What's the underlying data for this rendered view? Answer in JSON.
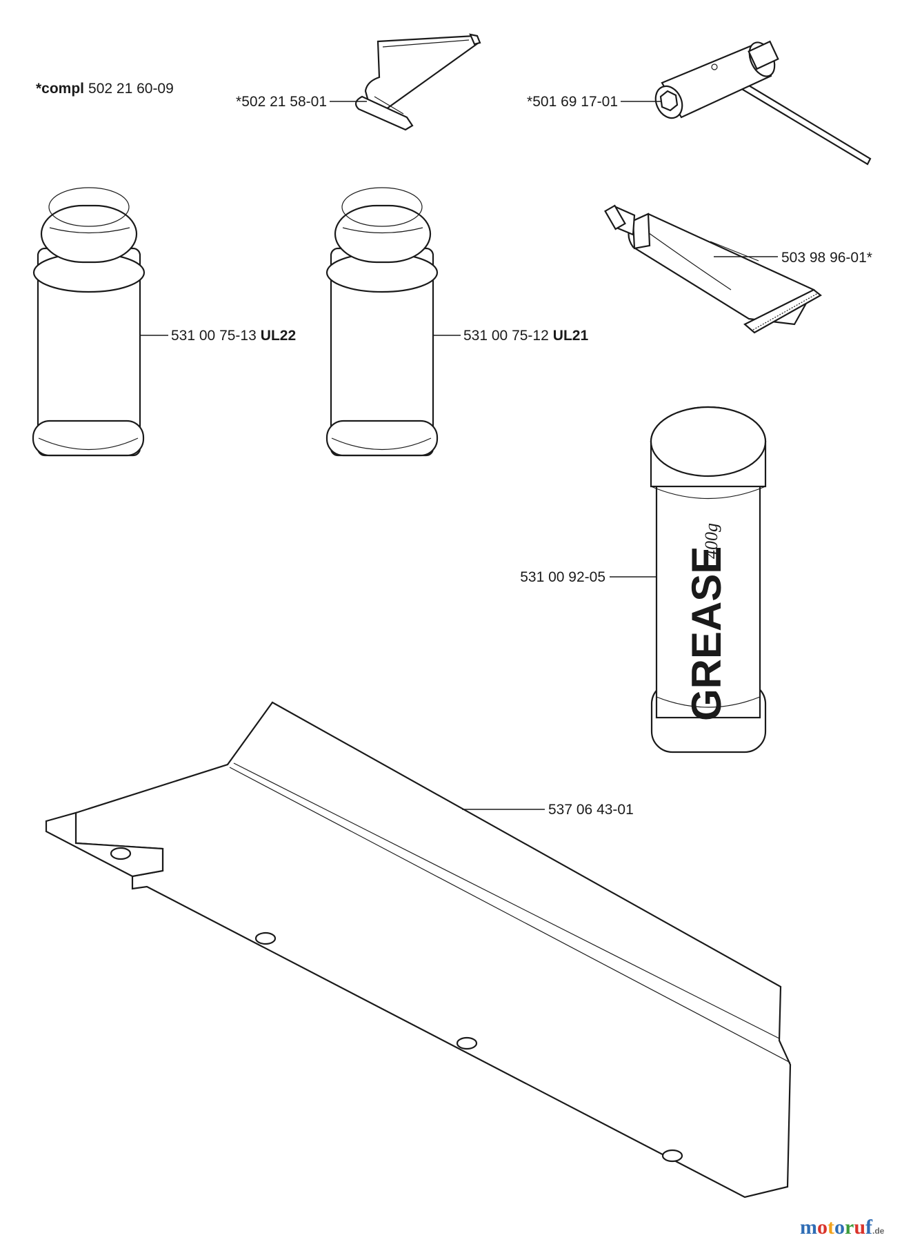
{
  "kit_label": {
    "bold": "*compl",
    "number": "502 21 60-09"
  },
  "parts": [
    {
      "id": "hex-key",
      "number": "*502 21 58-01",
      "suffix": ""
    },
    {
      "id": "combination-spanner",
      "number": "*501 69 17-01",
      "suffix": ""
    },
    {
      "id": "grease-tube",
      "number": "503 98 96-01*",
      "suffix": ""
    },
    {
      "id": "spray-can-left",
      "number": "531 00 75-13",
      "suffix": "UL22"
    },
    {
      "id": "spray-can-right",
      "number": "531 00 75-12",
      "suffix": "UL21"
    },
    {
      "id": "grease-cartridge",
      "number": "531 00 92-05",
      "suffix": ""
    },
    {
      "id": "guard-plate",
      "number": "537 06 43-01",
      "suffix": ""
    }
  ],
  "cartridge_print": {
    "word": "GREASE",
    "weight": "400g"
  },
  "watermark": {
    "letters": [
      "m",
      "o",
      "t",
      "o",
      "r",
      "u",
      "f"
    ],
    "colors": [
      "#2f6db5",
      "#d9342b",
      "#f2a21b",
      "#2f6db5",
      "#3b9b3b",
      "#d9342b",
      "#2f6db5"
    ],
    "suffix": ".de"
  }
}
